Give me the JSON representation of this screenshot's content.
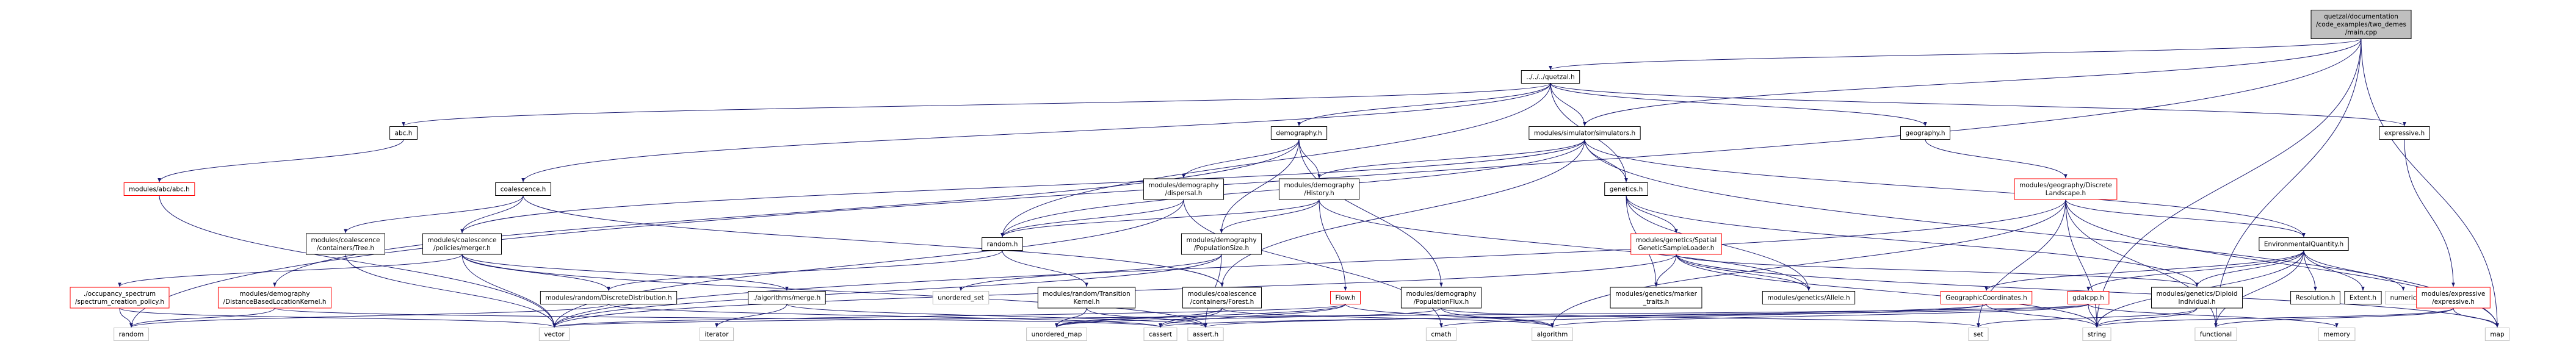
{
  "diagram": {
    "root": {
      "id": "root",
      "lines": [
        "quetzal/documentation",
        "/code_examples/two_demes",
        "/main.cpp"
      ]
    },
    "colors": {
      "edge": "#191970",
      "node_border_black": "#000000",
      "node_border_red": "#ff0000",
      "node_border_gray": "#bfbfbf",
      "root_fill": "#bfbfbf",
      "node_fill": "#ffffff"
    },
    "nodes": [
      {
        "id": "quetzal",
        "lines": [
          "../../../quetzal.h"
        ],
        "border": "black"
      },
      {
        "id": "abc",
        "lines": [
          "abc.h"
        ],
        "border": "black"
      },
      {
        "id": "modules_abc",
        "lines": [
          "modules/abc/abc.h"
        ],
        "border": "red"
      },
      {
        "id": "coalescence",
        "lines": [
          "coalescence.h"
        ],
        "border": "black"
      },
      {
        "id": "demography",
        "lines": [
          "demography.h"
        ],
        "border": "black"
      },
      {
        "id": "simulators",
        "lines": [
          "modules/simulator/simulators.h"
        ],
        "border": "black"
      },
      {
        "id": "geography",
        "lines": [
          "geography.h"
        ],
        "border": "black"
      },
      {
        "id": "expressive",
        "lines": [
          "expressive.h"
        ],
        "border": "black"
      },
      {
        "id": "genetics",
        "lines": [
          "genetics.h"
        ],
        "border": "black"
      },
      {
        "id": "discrete_landscape",
        "lines": [
          "modules/geography/Discrete",
          "Landscape.h"
        ],
        "border": "red"
      },
      {
        "id": "tree",
        "lines": [
          "modules/coalescence",
          "/containers/Tree.h"
        ],
        "border": "black"
      },
      {
        "id": "merger",
        "lines": [
          "modules/coalescence",
          "/policies/merger.h"
        ],
        "border": "black"
      },
      {
        "id": "dispersal",
        "lines": [
          "modules/demography",
          "/dispersal.h"
        ],
        "border": "black"
      },
      {
        "id": "history",
        "lines": [
          "modules/demography",
          "/History.h"
        ],
        "border": "black"
      },
      {
        "id": "random",
        "lines": [
          "random.h"
        ],
        "border": "black"
      },
      {
        "id": "population_size",
        "lines": [
          "modules/demography",
          "/PopulationSize.h"
        ],
        "border": "black"
      },
      {
        "id": "spatial_sample_loader",
        "lines": [
          "modules/genetics/Spatial",
          "GeneticSampleLoader.h"
        ],
        "border": "red"
      },
      {
        "id": "environmental_quantity",
        "lines": [
          "EnvironmentalQuantity.h"
        ],
        "border": "black"
      },
      {
        "id": "occupancy_spectrum",
        "lines": [
          "./occupancy_spectrum",
          "/spectrum_creation_policy.h"
        ],
        "border": "red"
      },
      {
        "id": "distance_kernel",
        "lines": [
          "modules/demography",
          "/DistanceBasedLocationKernel.h"
        ],
        "border": "red"
      },
      {
        "id": "discrete_distribution",
        "lines": [
          "modules/random/DiscreteDistribution.h"
        ],
        "border": "black"
      },
      {
        "id": "algorithms_merge",
        "lines": [
          "./algorithms/merge.h"
        ],
        "border": "black"
      },
      {
        "id": "unordered_set",
        "lines": [
          "unordered_set"
        ],
        "border": "gray"
      },
      {
        "id": "transition_kernel",
        "lines": [
          "modules/random/Transition",
          "Kernel.h"
        ],
        "border": "black"
      },
      {
        "id": "forest",
        "lines": [
          "modules/coalescence",
          "/containers/Forest.h"
        ],
        "border": "black"
      },
      {
        "id": "flow",
        "lines": [
          "Flow.h"
        ],
        "border": "red"
      },
      {
        "id": "population_flux",
        "lines": [
          "modules/demography",
          "/PopulationFlux.h"
        ],
        "border": "black"
      },
      {
        "id": "marker_traits",
        "lines": [
          "modules/genetics/marker",
          "_traits.h"
        ],
        "border": "black"
      },
      {
        "id": "allele",
        "lines": [
          "modules/genetics/Allele.h"
        ],
        "border": "black"
      },
      {
        "id": "geographic_coordinates",
        "lines": [
          "GeographicCoordinates.h"
        ],
        "border": "red"
      },
      {
        "id": "gdalcpp",
        "lines": [
          "gdalcpp.h"
        ],
        "border": "red"
      },
      {
        "id": "diploid_individual",
        "lines": [
          "modules/genetics/Diploid",
          "Individual.h"
        ],
        "border": "black"
      },
      {
        "id": "resolution",
        "lines": [
          "Resolution.h"
        ],
        "border": "black"
      },
      {
        "id": "extent",
        "lines": [
          "Extent.h"
        ],
        "border": "black"
      },
      {
        "id": "numeric",
        "lines": [
          "numeric"
        ],
        "border": "gray"
      },
      {
        "id": "expressive_module",
        "lines": [
          "modules/expressive",
          "/expressive.h"
        ],
        "border": "red"
      },
      {
        "id": "random_std",
        "lines": [
          "random"
        ],
        "border": "gray"
      },
      {
        "id": "vector",
        "lines": [
          "vector"
        ],
        "border": "gray"
      },
      {
        "id": "iterator",
        "lines": [
          "iterator"
        ],
        "border": "gray"
      },
      {
        "id": "unordered_map",
        "lines": [
          "unordered_map"
        ],
        "border": "gray"
      },
      {
        "id": "cassert",
        "lines": [
          "cassert"
        ],
        "border": "gray"
      },
      {
        "id": "assert_h",
        "lines": [
          "assert.h"
        ],
        "border": "gray"
      },
      {
        "id": "cmath",
        "lines": [
          "cmath"
        ],
        "border": "gray"
      },
      {
        "id": "algorithm",
        "lines": [
          "algorithm"
        ],
        "border": "gray"
      },
      {
        "id": "set",
        "lines": [
          "set"
        ],
        "border": "gray"
      },
      {
        "id": "string",
        "lines": [
          "string"
        ],
        "border": "gray"
      },
      {
        "id": "functional",
        "lines": [
          "functional"
        ],
        "border": "gray"
      },
      {
        "id": "memory",
        "lines": [
          "memory"
        ],
        "border": "gray"
      },
      {
        "id": "map",
        "lines": [
          "map"
        ],
        "border": "gray"
      }
    ],
    "edges": [
      [
        "root",
        "quetzal"
      ],
      [
        "root",
        "simulators"
      ],
      [
        "root",
        "random_std"
      ],
      [
        "root",
        "map"
      ],
      [
        "root",
        "string"
      ],
      [
        "root",
        "functional"
      ],
      [
        "quetzal",
        "abc"
      ],
      [
        "quetzal",
        "coalescence"
      ],
      [
        "quetzal",
        "demography"
      ],
      [
        "quetzal",
        "simulators"
      ],
      [
        "quetzal",
        "geography"
      ],
      [
        "quetzal",
        "expressive"
      ],
      [
        "quetzal",
        "genetics"
      ],
      [
        "quetzal",
        "random"
      ],
      [
        "abc",
        "modules_abc"
      ],
      [
        "modules_abc",
        "vector"
      ],
      [
        "coalescence",
        "tree"
      ],
      [
        "coalescence",
        "merger"
      ],
      [
        "coalescence",
        "forest"
      ],
      [
        "tree",
        "vector"
      ],
      [
        "merger",
        "occupancy_spectrum"
      ],
      [
        "merger",
        "algorithms_merge"
      ],
      [
        "merger",
        "discrete_distribution"
      ],
      [
        "merger",
        "vector"
      ],
      [
        "merger",
        "assert_h"
      ],
      [
        "occupancy_spectrum",
        "random_std"
      ],
      [
        "occupancy_spectrum",
        "vector"
      ],
      [
        "demography",
        "dispersal"
      ],
      [
        "demography",
        "history"
      ],
      [
        "demography",
        "population_size"
      ],
      [
        "demography",
        "population_flux"
      ],
      [
        "demography",
        "distance_kernel"
      ],
      [
        "dispersal",
        "random"
      ],
      [
        "dispersal",
        "vector"
      ],
      [
        "dispersal",
        "cmath"
      ],
      [
        "distance_kernel",
        "random_std"
      ],
      [
        "distance_kernel",
        "cassert"
      ],
      [
        "history",
        "random"
      ],
      [
        "history",
        "population_size"
      ],
      [
        "history",
        "flow"
      ],
      [
        "history",
        "allele"
      ],
      [
        "random",
        "transition_kernel"
      ],
      [
        "random",
        "discrete_distribution"
      ],
      [
        "discrete_distribution",
        "random_std"
      ],
      [
        "discrete_distribution",
        "cassert"
      ],
      [
        "algorithms_merge",
        "iterator"
      ],
      [
        "algorithms_merge",
        "assert_h"
      ],
      [
        "population_size",
        "unordered_set"
      ],
      [
        "population_size",
        "assert_h"
      ],
      [
        "population_size",
        "vector"
      ],
      [
        "transition_kernel",
        "unordered_map"
      ],
      [
        "transition_kernel",
        "assert_h"
      ],
      [
        "forest",
        "unordered_map"
      ],
      [
        "forest",
        "cassert"
      ],
      [
        "forest",
        "algorithm"
      ],
      [
        "flow",
        "unordered_map"
      ],
      [
        "flow",
        "vector"
      ],
      [
        "flow",
        "cassert"
      ],
      [
        "flow",
        "algorithm"
      ],
      [
        "population_flux",
        "unordered_map"
      ],
      [
        "population_flux",
        "set"
      ],
      [
        "population_flux",
        "algorithm"
      ],
      [
        "simulators",
        "random"
      ],
      [
        "simulators",
        "history"
      ],
      [
        "simulators",
        "genetics"
      ],
      [
        "simulators",
        "merger"
      ],
      [
        "simulators",
        "environmental_quantity"
      ],
      [
        "simulators",
        "forest"
      ],
      [
        "simulators",
        "map"
      ],
      [
        "genetics",
        "spatial_sample_loader"
      ],
      [
        "genetics",
        "marker_traits"
      ],
      [
        "genetics",
        "allele"
      ],
      [
        "genetics",
        "diploid_individual"
      ],
      [
        "spatial_sample_loader",
        "marker_traits"
      ],
      [
        "spatial_sample_loader",
        "allele"
      ],
      [
        "spatial_sample_loader",
        "diploid_individual"
      ],
      [
        "spatial_sample_loader",
        "map"
      ],
      [
        "spatial_sample_loader",
        "vector"
      ],
      [
        "spatial_sample_loader",
        "string"
      ],
      [
        "geography",
        "discrete_landscape"
      ],
      [
        "discrete_landscape",
        "environmental_quantity"
      ],
      [
        "discrete_landscape",
        "set"
      ],
      [
        "discrete_landscape",
        "string"
      ],
      [
        "discrete_landscape",
        "functional"
      ],
      [
        "discrete_landscape",
        "map"
      ],
      [
        "discrete_landscape",
        "vector"
      ],
      [
        "discrete_landscape",
        "algorithm"
      ],
      [
        "environmental_quantity",
        "geographic_coordinates"
      ],
      [
        "environmental_quantity",
        "gdalcpp"
      ],
      [
        "environmental_quantity",
        "resolution"
      ],
      [
        "environmental_quantity",
        "extent"
      ],
      [
        "environmental_quantity",
        "numeric"
      ],
      [
        "environmental_quantity",
        "diploid_individual"
      ],
      [
        "environmental_quantity",
        "string"
      ],
      [
        "environmental_quantity",
        "functional"
      ],
      [
        "geographic_coordinates",
        "cmath"
      ],
      [
        "geographic_coordinates",
        "string"
      ],
      [
        "geographic_coordinates",
        "assert_h"
      ],
      [
        "gdalcpp",
        "string"
      ],
      [
        "gdalcpp",
        "algorithm"
      ],
      [
        "gdalcpp",
        "memory"
      ],
      [
        "gdalcpp",
        "vector"
      ],
      [
        "gdalcpp",
        "cassert"
      ],
      [
        "diploid_individual",
        "set"
      ],
      [
        "diploid_individual",
        "string"
      ],
      [
        "expressive",
        "expressive_module"
      ],
      [
        "expressive_module",
        "functional"
      ],
      [
        "expressive_module",
        "string"
      ],
      [
        "expressive_module",
        "map"
      ]
    ]
  }
}
